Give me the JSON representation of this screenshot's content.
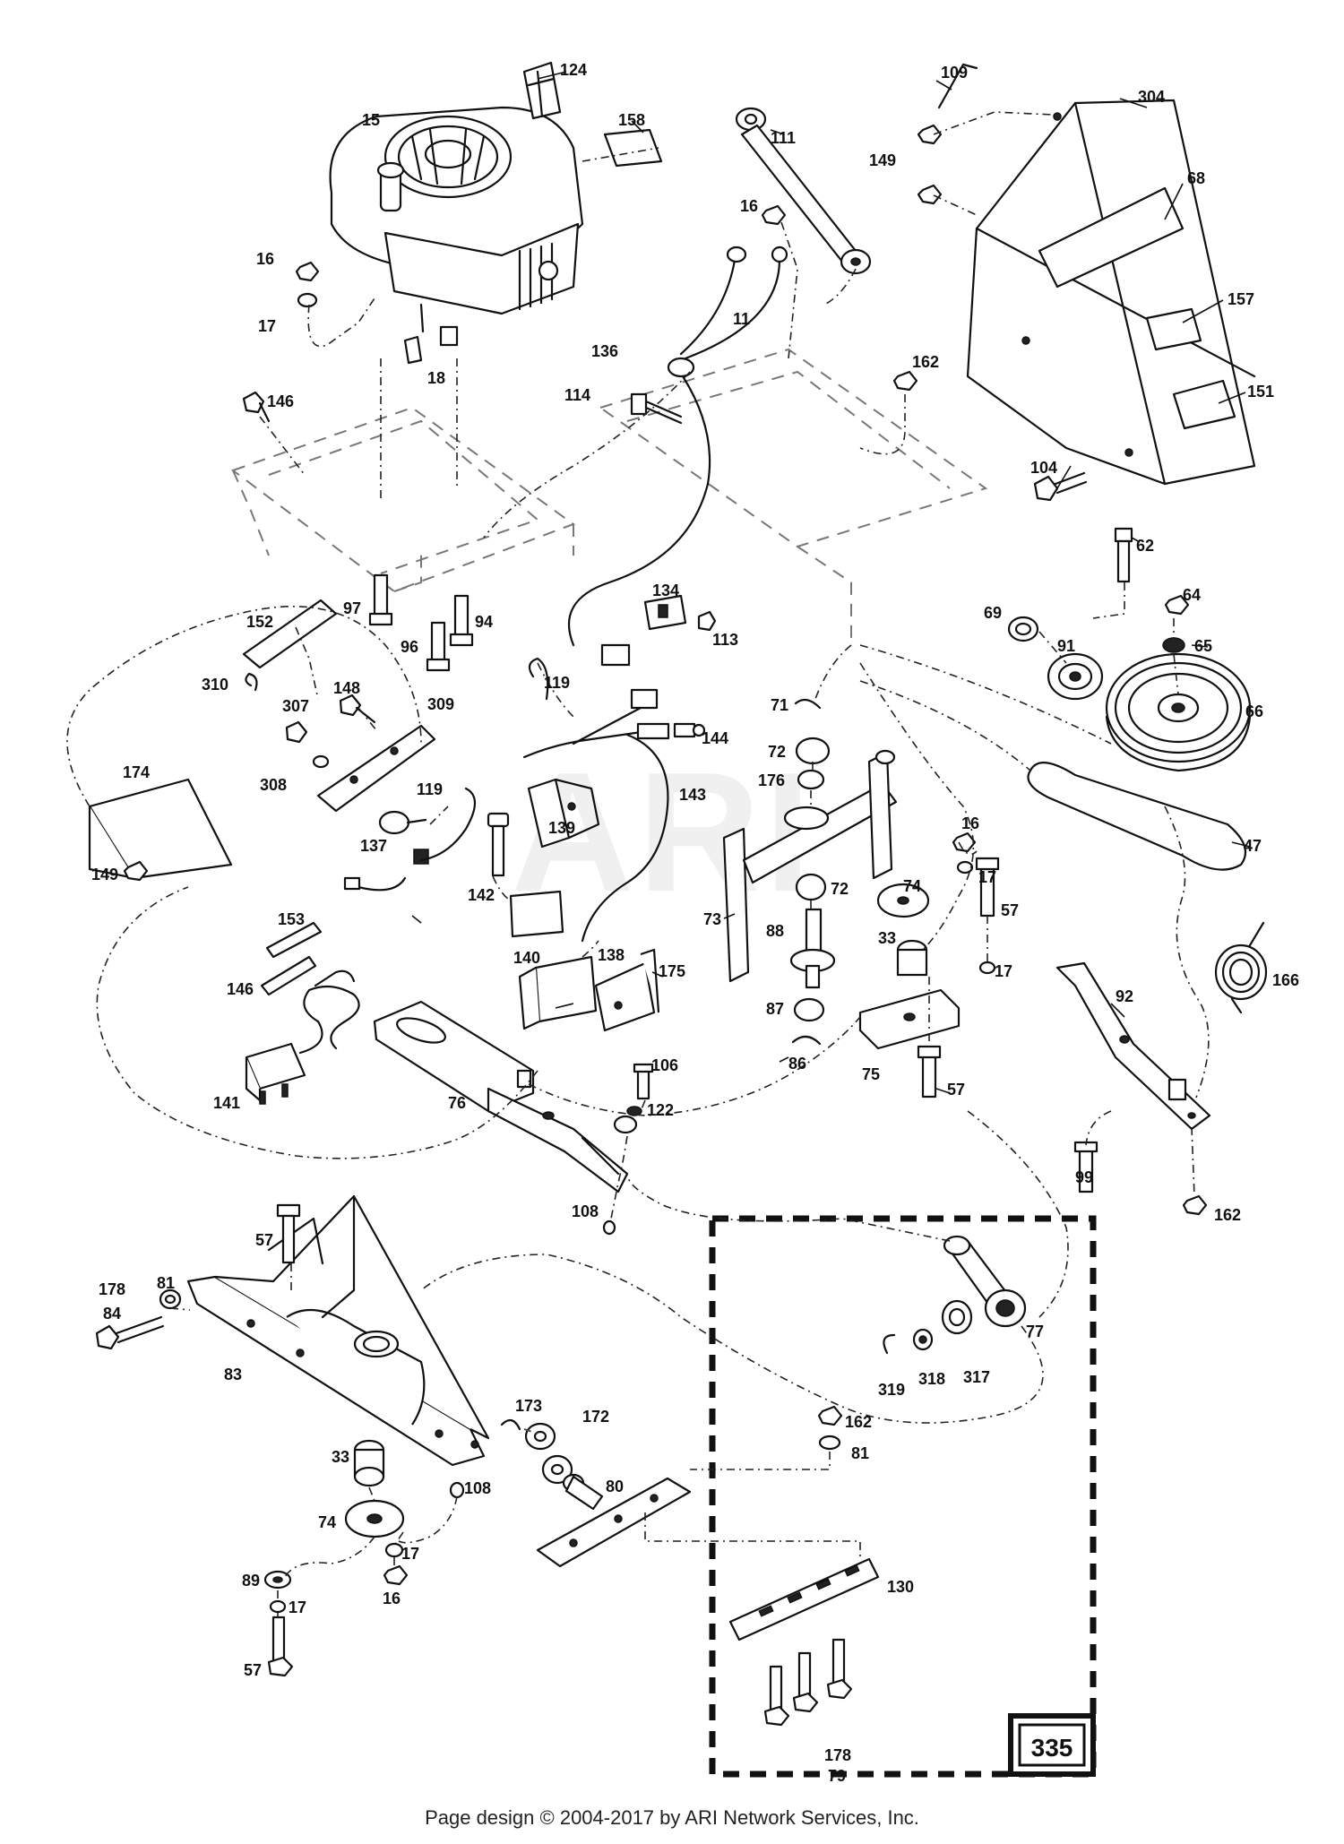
{
  "diagram": {
    "watermark": "ARI",
    "box_label": "335",
    "parts": [
      "15",
      "124",
      "158",
      "111",
      "109",
      "304",
      "149",
      "68",
      "16",
      "17",
      "18",
      "11",
      "136",
      "114",
      "162",
      "157",
      "151",
      "146",
      "104",
      "62",
      "97",
      "94",
      "96",
      "152",
      "134",
      "113",
      "69",
      "64",
      "91",
      "65",
      "310",
      "307",
      "148",
      "309",
      "119",
      "71",
      "72",
      "176",
      "66",
      "308",
      "174",
      "144",
      "143",
      "119",
      "139",
      "47",
      "137",
      "142",
      "16",
      "17",
      "149",
      "74",
      "57",
      "153",
      "140",
      "138",
      "73",
      "72",
      "88",
      "33",
      "17",
      "146",
      "175",
      "166",
      "92",
      "87",
      "86",
      "75",
      "57",
      "141",
      "76",
      "106",
      "122",
      "99",
      "108",
      "162",
      "57",
      "77",
      "178",
      "84",
      "81",
      "83",
      "319",
      "318",
      "317",
      "173",
      "172",
      "162",
      "81",
      "33",
      "108",
      "80",
      "74",
      "17",
      "89",
      "16",
      "17",
      "130",
      "57",
      "178",
      "79"
    ]
  },
  "footer": {
    "credit": "Page design © 2004-2017 by ARI Network Services, Inc."
  }
}
